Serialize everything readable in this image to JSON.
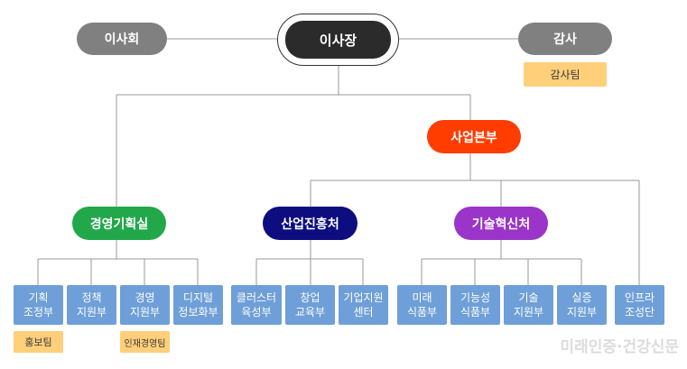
{
  "chart": {
    "line_color": "#999999",
    "top": {
      "board": "이사회",
      "ceo": "이사장",
      "audit": "감사",
      "audit_team": "감사팀"
    },
    "division": {
      "label": "사업본부",
      "color": "#ff3d00"
    },
    "departments": [
      {
        "label": "경영기획실",
        "color": "#22a84a"
      },
      {
        "label": "산업진흥처",
        "color": "#0d0d80"
      },
      {
        "label": "기술혁신처",
        "color": "#9b34c8"
      }
    ],
    "units": [
      "기획\n조정부",
      "정책\n지원부",
      "경영\n지원부",
      "디지털\n정보화부",
      "클러스터\n육성부",
      "창업\n교육부",
      "기업지원\n센터",
      "미래\n식품부",
      "기능성\n식품부",
      "기술\n지원부",
      "실증\n지원부",
      "인프라\n조성단"
    ],
    "teams": {
      "pr": "홍보팀",
      "hr": "인재경영팀"
    },
    "unit_color": "#6f9fd8",
    "tag_color": "#ffcf7a"
  },
  "watermark": "미래인증·건강신문"
}
